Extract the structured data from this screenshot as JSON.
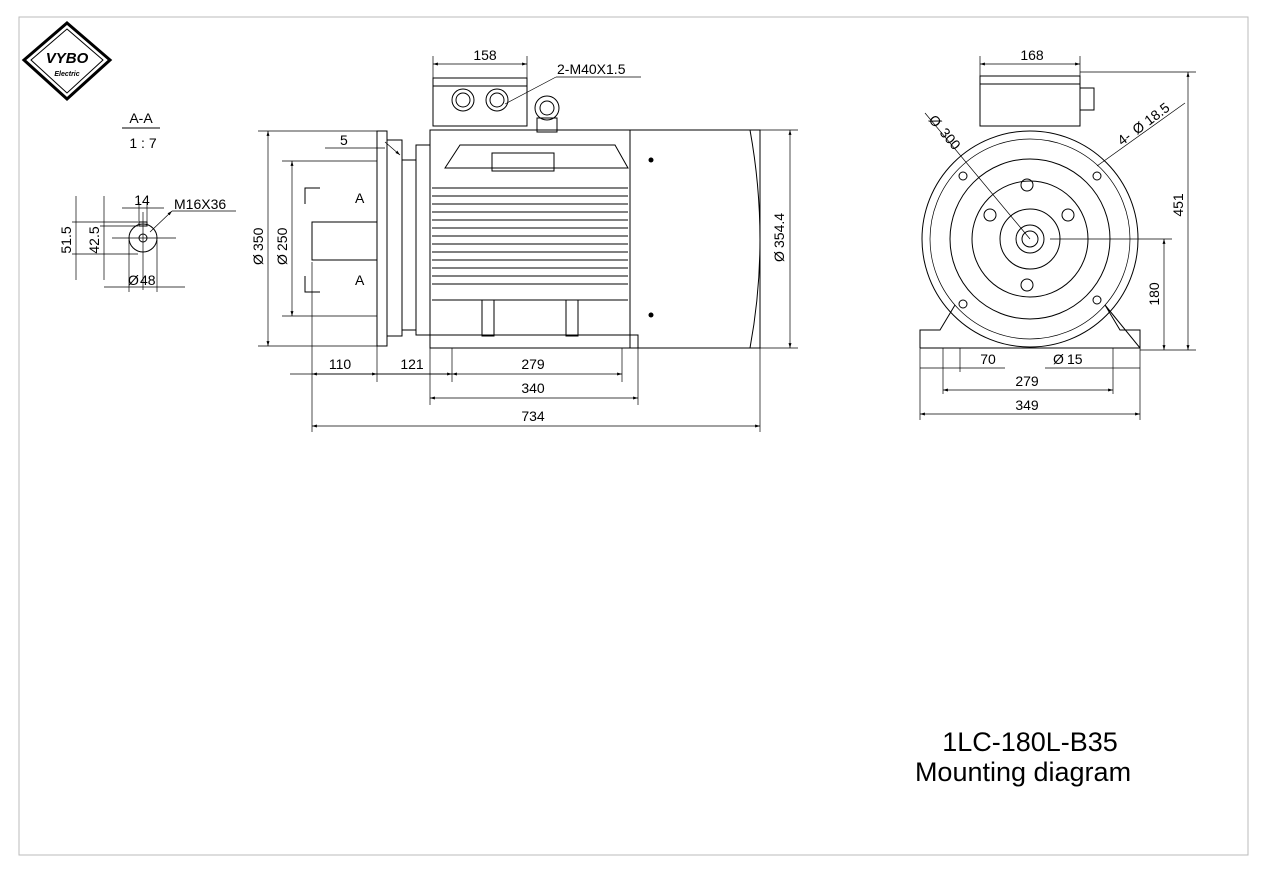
{
  "logo": {
    "brand": "VYBO",
    "sub": "Electric"
  },
  "section": {
    "label": "A-A",
    "scale": "1 : 7"
  },
  "shaft_detail": {
    "keyway_width": "14",
    "thread": "M16X36",
    "dim_51_5": "51.5",
    "dim_42_5": "42.5",
    "shaft_diameter": "48"
  },
  "side_view": {
    "terminal_box_width": "158",
    "cable_glands": "2-M40X1.5",
    "flange_gap": "5",
    "flange_diameter": "350",
    "spigot_diameter": "250",
    "body_diameter": "354.4",
    "section_mark_top": "A",
    "section_mark_bottom": "A",
    "shaft_length": "110",
    "shaft_to_foot": "121",
    "foot_holes_distance": "279",
    "foot_length": "340",
    "overall_length": "734"
  },
  "end_view": {
    "terminal_box_width": "168",
    "pcd_diameter": "300",
    "flange_holes": "4-",
    "flange_hole_size": "18.5",
    "overall_height": "451",
    "shaft_height": "180",
    "foot_edge": "70",
    "foot_hole_diameter": "15",
    "foot_holes_distance": "279",
    "foot_width": "349"
  },
  "diameter_symbol": "Ø",
  "title": {
    "model": "1LC-180L-B35",
    "caption": "Mounting diagram"
  }
}
